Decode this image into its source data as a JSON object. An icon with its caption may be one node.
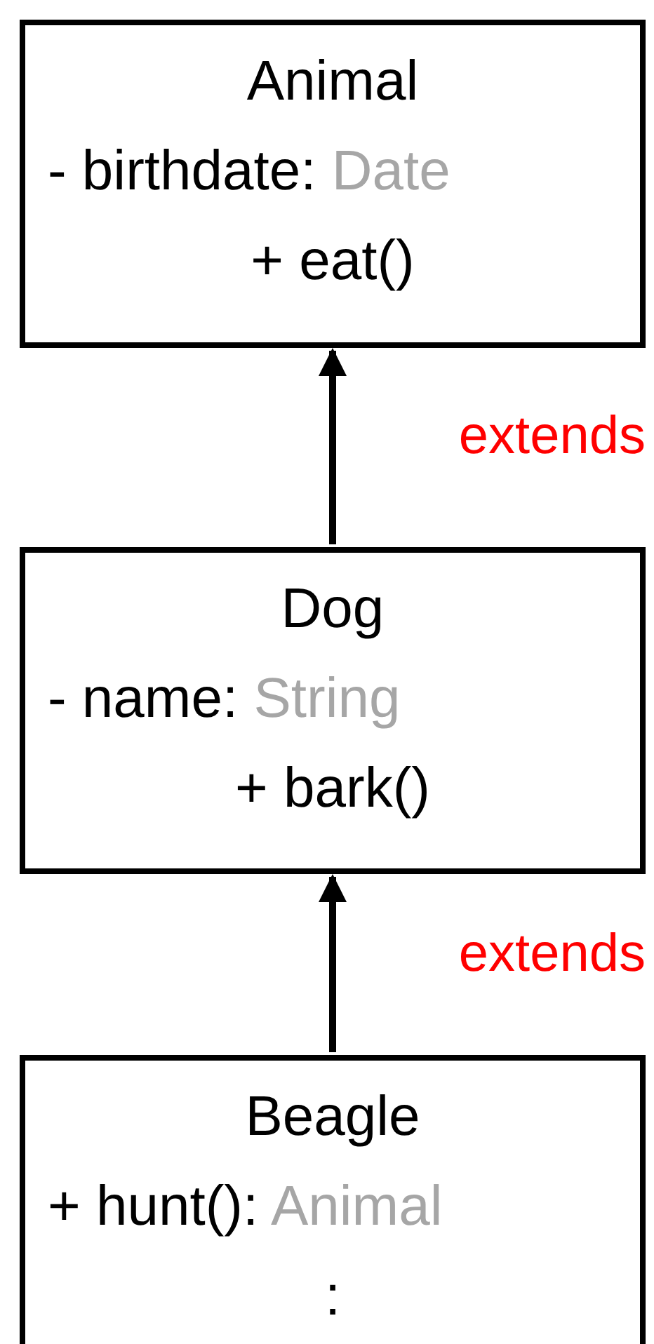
{
  "diagram": {
    "nodes": [
      {
        "text": [
          "Animal",
          "- birthdate: Date",
          "+ eat()"
        ]
      },
      {
        "text": [
          "Dog",
          "- name: String",
          "+ bark()"
        ]
      },
      {
        "text": [
          "Beagle",
          "+ hunt(): Animal",
          ":"
        ]
      }
    ],
    "edges": [
      {
        "from": 1,
        "to": 0,
        "arrow": "to",
        "label": "extends"
      },
      {
        "from": 2,
        "to": 1,
        "arrow": "to",
        "label": "extends"
      }
    ]
  }
}
